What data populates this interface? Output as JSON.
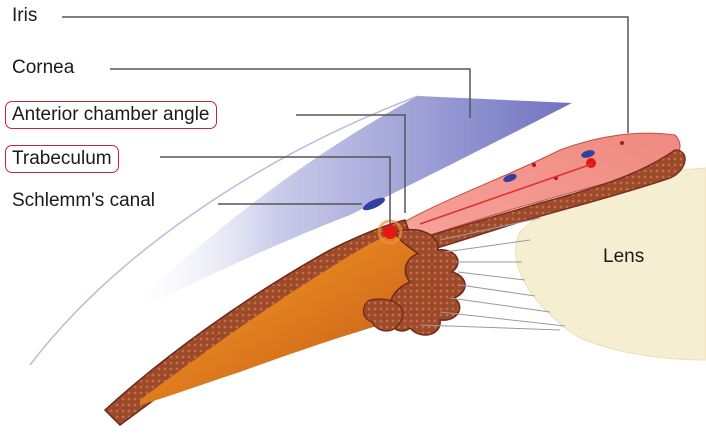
{
  "labels": {
    "iris": "Iris",
    "cornea": "Cornea",
    "anterior_chamber_angle": "Anterior chamber angle",
    "trabeculum": "Trabeculum",
    "schlemms_canal": "Schlemm's canal",
    "lens": "Lens"
  },
  "colors": {
    "callout_box_border": "#c0282c",
    "leader_line": "#555555",
    "cornea_fill": "#7f82c8",
    "iris_fill": "#f08f86",
    "sclera_brown": "#8a3a2a",
    "trabecular_orange": "#e08a1e",
    "lens_fill": "#f6eed0",
    "highlight_red": "#e01818",
    "vessel_blue": "#3340a0"
  }
}
